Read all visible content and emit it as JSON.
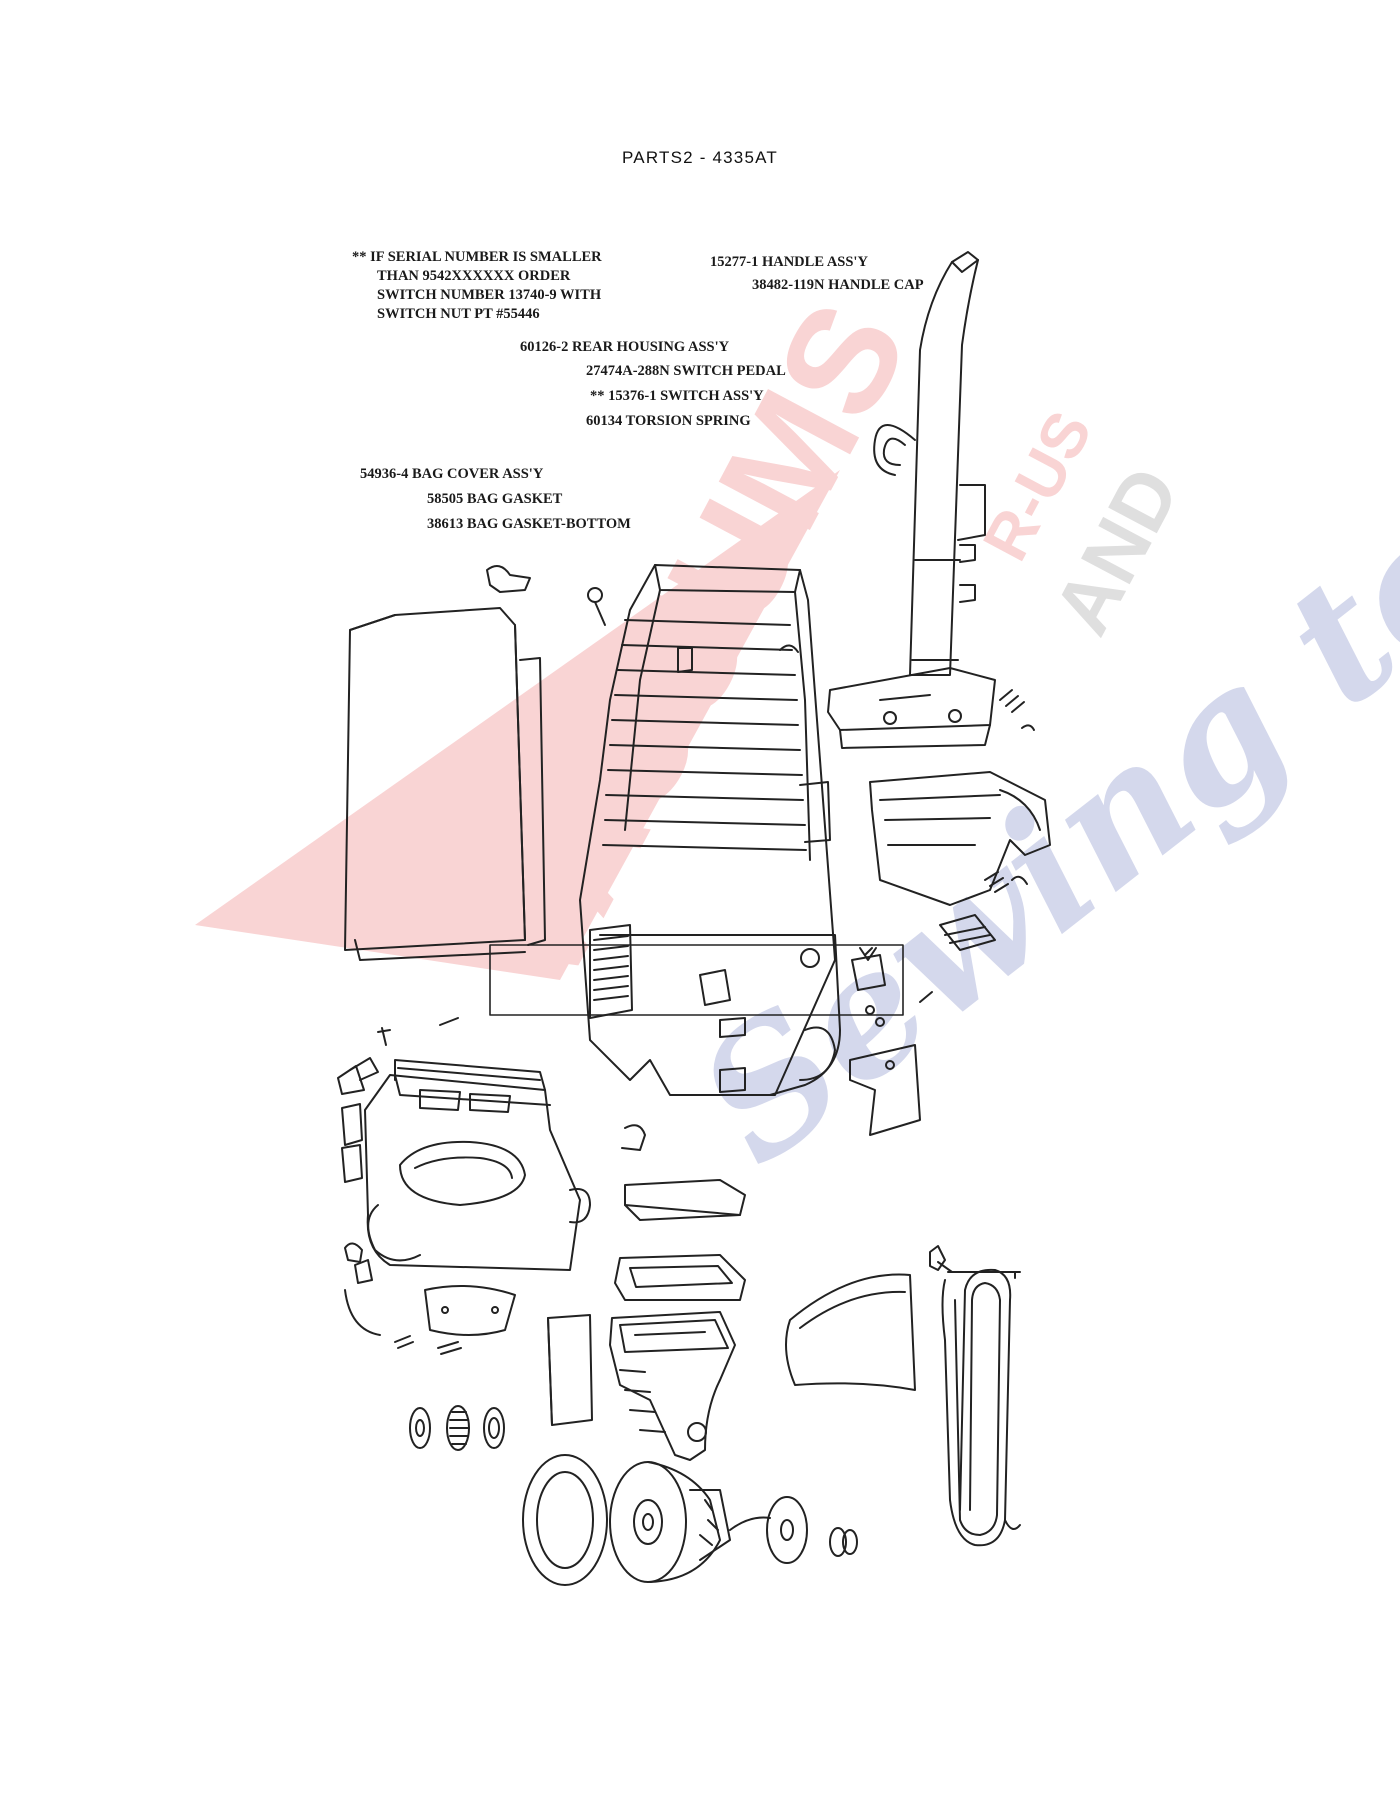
{
  "page_title": "PARTS2 - 4335AT",
  "serial_note": [
    "** IF SERIAL NUMBER IS SMALLER",
    "THAN 9542XXXXXX ORDER",
    "SWITCH NUMBER 13740-9 WITH",
    "SWITCH NUT PT #55446"
  ],
  "callouts": {
    "handle_assy": "15277-1 HANDLE ASS'Y",
    "handle_cap": "38482-119N HANDLE CAP",
    "rear_housing": "60126-2 REAR HOUSING ASS'Y",
    "switch_pedal": "27474A-288N SWITCH PEDAL",
    "switch_assy": "** 15376-1 SWITCH ASS'Y",
    "torsion_spring": "60134 TORSION SPRING",
    "bag_cover": "54936-4 BAG COVER ASS'Y",
    "bag_gasket": "58505 BAG GASKET",
    "bag_gasket_bottom": "38613 BAG GASKET-BOTTOM"
  },
  "watermark": {
    "brand_line1": "VACUUMS",
    "brand_line2": "R-US",
    "brand_line3": "AND",
    "script": "Sewing too",
    "colors": {
      "red": "#e23c3c",
      "gray": "#8e8e8e",
      "navy": "#3d4fa8"
    }
  },
  "colors": {
    "line": "#222222",
    "paper": "#ffffff"
  }
}
